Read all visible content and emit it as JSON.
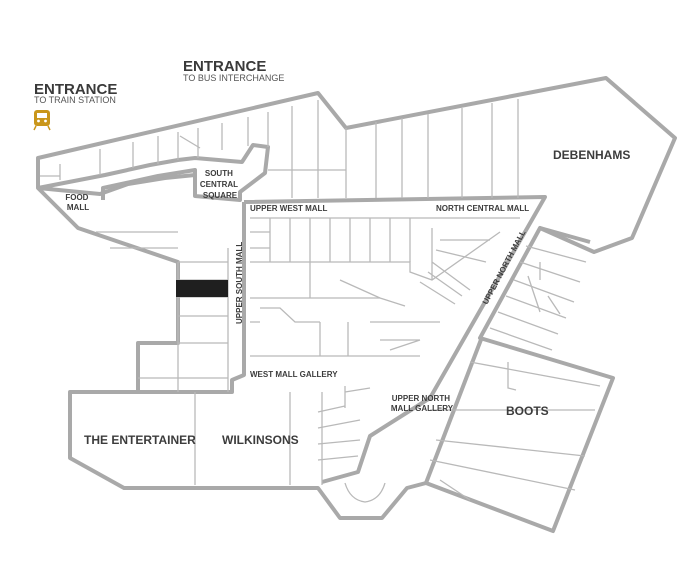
{
  "colors": {
    "wall": "#a9a9a9",
    "unit_line": "#b9b9b9",
    "text": "#3c3c3c",
    "highlight": "#1f1f1f",
    "train_icon": "#c9961a"
  },
  "entrances": {
    "train": {
      "title": "ENTRANCE",
      "subtitle": "TO TRAIN STATION",
      "icon": "train-icon"
    },
    "bus": {
      "title": "ENTRANCE",
      "subtitle": "TO BUS INTERCHANGE"
    }
  },
  "stores": {
    "debenhams": "DEBENHAMS",
    "boots": "BOOTS",
    "entertainer": "THE ENTERTAINER",
    "wilkinsons": "WILKINSONS"
  },
  "areas": {
    "food_mall": [
      "FOOD",
      "MALL"
    ],
    "south_central_square": [
      "SOUTH",
      "CENTRAL",
      "SQUARE"
    ],
    "upper_west_mall": "UPPER WEST MALL",
    "north_central_mall": "NORTH CENTRAL MALL",
    "upper_north_mall": "UPPER NORTH MALL",
    "upper_south_mall": "UPPER SOUTH MALL",
    "west_mall_gallery": "WEST MALL GALLERY",
    "upper_north_mall_gallery": [
      "UPPER NORTH",
      "MALL GALLERY"
    ]
  }
}
